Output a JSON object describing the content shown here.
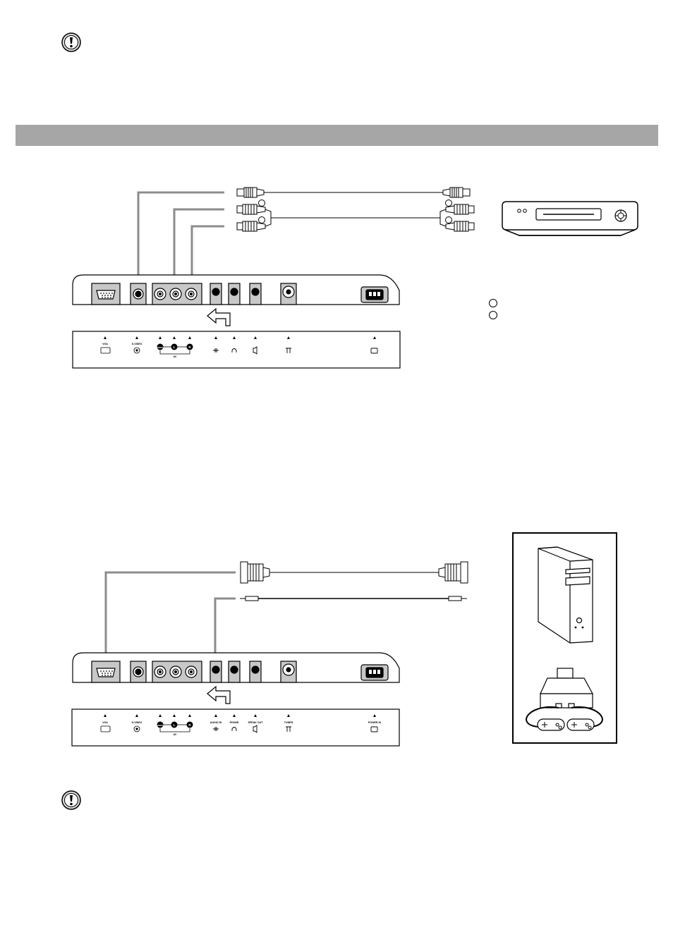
{
  "panel_bottom": {
    "labels": {
      "vga": "VGA",
      "svideo": "S-VIDEO",
      "video": "VIDEO",
      "l": "L",
      "r": "R",
      "av": "AV",
      "audio_in": "AUDIO IN",
      "phone": "PHONE",
      "speak_out": "SPEAK OUT",
      "tuner": "TUNER",
      "power_in": "POWER IN"
    }
  },
  "colors": {
    "section_bar": "#a6a6a6",
    "panel_gray": "#c8c8c8",
    "cable_arrow": "#8c8c8c"
  },
  "icons": [
    "caution-icon",
    "vcr-icon",
    "pc-tower-icon",
    "game-console-icon",
    "rotate-arrow-icon"
  ]
}
